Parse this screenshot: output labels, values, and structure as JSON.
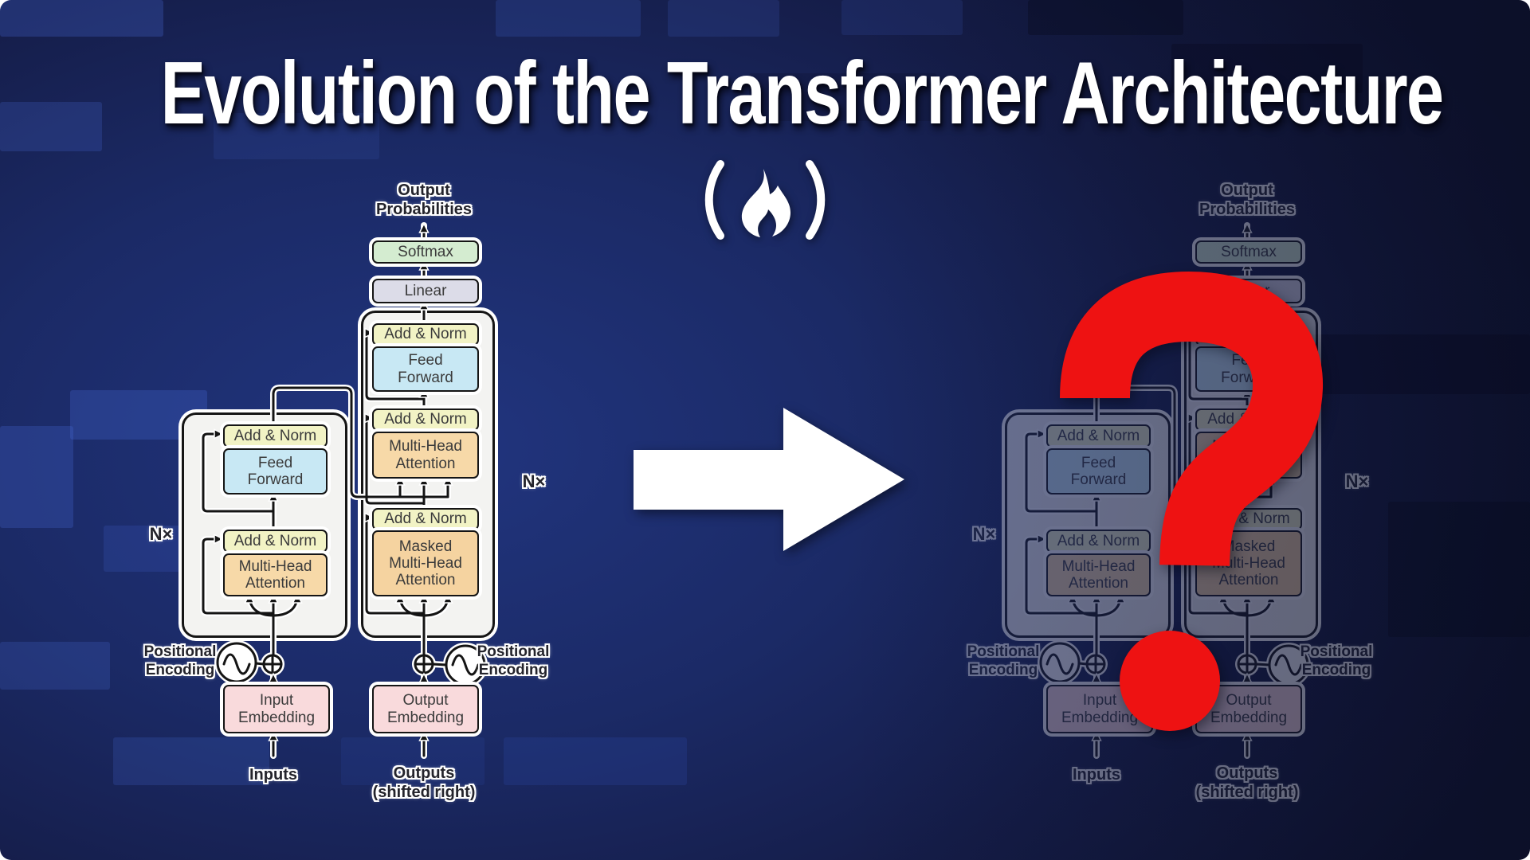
{
  "title": "Evolution of the Transformer Architecture",
  "logo": {
    "icon": "freecodecamp-flame-in-parentheses"
  },
  "transition_arrow": {
    "direction": "right"
  },
  "mystery": {
    "symbol": "?"
  },
  "diagram": {
    "output_probabilities": "Output Probabilities",
    "softmax": "Softmax",
    "linear": "Linear",
    "add_norm": "Add & Norm",
    "feed_forward": "Feed Forward",
    "multi_head_attention": "Multi-Head Attention",
    "masked_multi_head_attention": "Masked Multi-Head Attention",
    "nx": "N×",
    "positional_encoding": "Positional Encoding",
    "input_embedding": "Input Embedding",
    "output_embedding": "Output Embedding",
    "inputs": "Inputs",
    "outputs_shifted_right": "Outputs (shifted right)"
  },
  "colors": {
    "background_navy": "#151d49",
    "title_text": "#ffffff",
    "question_mark_red": "#ee1212",
    "softmax_green": "#d4ecd0",
    "linear_lavender": "#dcdce8",
    "add_norm_yellow": "#f2f3c5",
    "feed_forward_blue": "#c8e8f4",
    "attention_orange": "#f7d9a8",
    "embedding_pink": "#f9dadc"
  }
}
